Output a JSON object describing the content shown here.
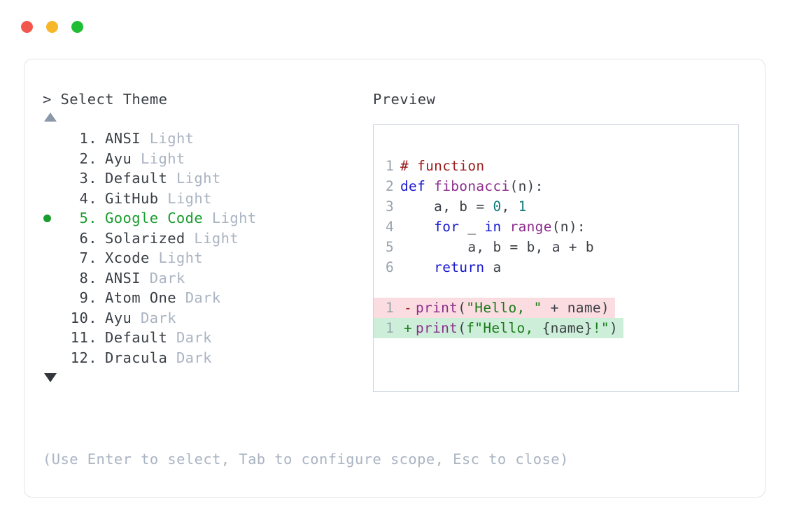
{
  "window": {
    "controls": [
      {
        "name": "close",
        "color": "#f2574e"
      },
      {
        "name": "minimize",
        "color": "#f6b72a"
      },
      {
        "name": "maximize",
        "color": "#1fbe35"
      }
    ]
  },
  "prompt": {
    "caret": ">",
    "title": "Select Theme"
  },
  "scroll": {
    "up_icon": "triangle-up",
    "down_icon": "triangle-down"
  },
  "theme_list": {
    "selected_index": 5,
    "items": [
      {
        "number": "1.",
        "name": "ANSI",
        "variant": "Light",
        "selected": false
      },
      {
        "number": "2.",
        "name": "Ayu",
        "variant": "Light",
        "selected": false
      },
      {
        "number": "3.",
        "name": "Default",
        "variant": "Light",
        "selected": false
      },
      {
        "number": "4.",
        "name": "GitHub",
        "variant": "Light",
        "selected": false
      },
      {
        "number": "5.",
        "name": "Google Code",
        "variant": "Light",
        "selected": true
      },
      {
        "number": "6.",
        "name": "Solarized",
        "variant": "Light",
        "selected": false
      },
      {
        "number": "7.",
        "name": "Xcode",
        "variant": "Light",
        "selected": false
      },
      {
        "number": "8.",
        "name": "ANSI",
        "variant": "Dark",
        "selected": false
      },
      {
        "number": "9.",
        "name": "Atom One",
        "variant": "Dark",
        "selected": false
      },
      {
        "number": "10.",
        "name": "Ayu",
        "variant": "Dark",
        "selected": false
      },
      {
        "number": "11.",
        "name": "Default",
        "variant": "Dark",
        "selected": false
      },
      {
        "number": "12.",
        "name": "Dracula",
        "variant": "Dark",
        "selected": false
      }
    ]
  },
  "help": {
    "text": "(Use Enter to select, Tab to configure scope, Esc to close)"
  },
  "preview": {
    "label": "Preview",
    "code_lines": [
      {
        "ln": "1",
        "tokens": [
          {
            "text": "# function",
            "type": "comment"
          }
        ]
      },
      {
        "ln": "2",
        "tokens": [
          {
            "text": "def ",
            "type": "keyword"
          },
          {
            "text": "fibonacci",
            "type": "func"
          },
          {
            "text": "(n):",
            "type": "plain"
          }
        ]
      },
      {
        "ln": "3",
        "tokens": [
          {
            "text": "    a, b = ",
            "type": "plain"
          },
          {
            "text": "0",
            "type": "number"
          },
          {
            "text": ", ",
            "type": "plain"
          },
          {
            "text": "1",
            "type": "number"
          }
        ]
      },
      {
        "ln": "4",
        "tokens": [
          {
            "text": "    ",
            "type": "plain"
          },
          {
            "text": "for",
            "type": "keyword"
          },
          {
            "text": " _ ",
            "type": "plain"
          },
          {
            "text": "in",
            "type": "keyword"
          },
          {
            "text": " ",
            "type": "plain"
          },
          {
            "text": "range",
            "type": "func"
          },
          {
            "text": "(n):",
            "type": "plain"
          }
        ]
      },
      {
        "ln": "5",
        "tokens": [
          {
            "text": "        a, b = b, a + b",
            "type": "plain"
          }
        ]
      },
      {
        "ln": "6",
        "tokens": [
          {
            "text": "    ",
            "type": "plain"
          },
          {
            "text": "return",
            "type": "keyword"
          },
          {
            "text": " a",
            "type": "plain"
          }
        ]
      }
    ],
    "diff_lines": [
      {
        "ln": "1",
        "marker": "-",
        "kind": "deletion",
        "tokens": [
          {
            "text": "print",
            "type": "func"
          },
          {
            "text": "(",
            "type": "plain"
          },
          {
            "text": "\"Hello, \"",
            "type": "string"
          },
          {
            "text": " + name)",
            "type": "plain"
          }
        ]
      },
      {
        "ln": "1",
        "marker": "+",
        "kind": "addition",
        "tokens": [
          {
            "text": "print",
            "type": "func"
          },
          {
            "text": "(",
            "type": "plain"
          },
          {
            "text": "f\"Hello, ",
            "type": "string"
          },
          {
            "text": "{name}",
            "type": "plain"
          },
          {
            "text": "!\"",
            "type": "string"
          },
          {
            "text": ")",
            "type": "plain"
          }
        ]
      }
    ]
  },
  "colors": {
    "accent_green": "#1a9c2e",
    "muted": "#aab4c2",
    "text": "#3a3f45",
    "diff_del_bg": "#fbdce1",
    "diff_add_bg": "#cdeed9",
    "panel_border": "#ccd3dd",
    "card_border": "#e2e5ea"
  }
}
